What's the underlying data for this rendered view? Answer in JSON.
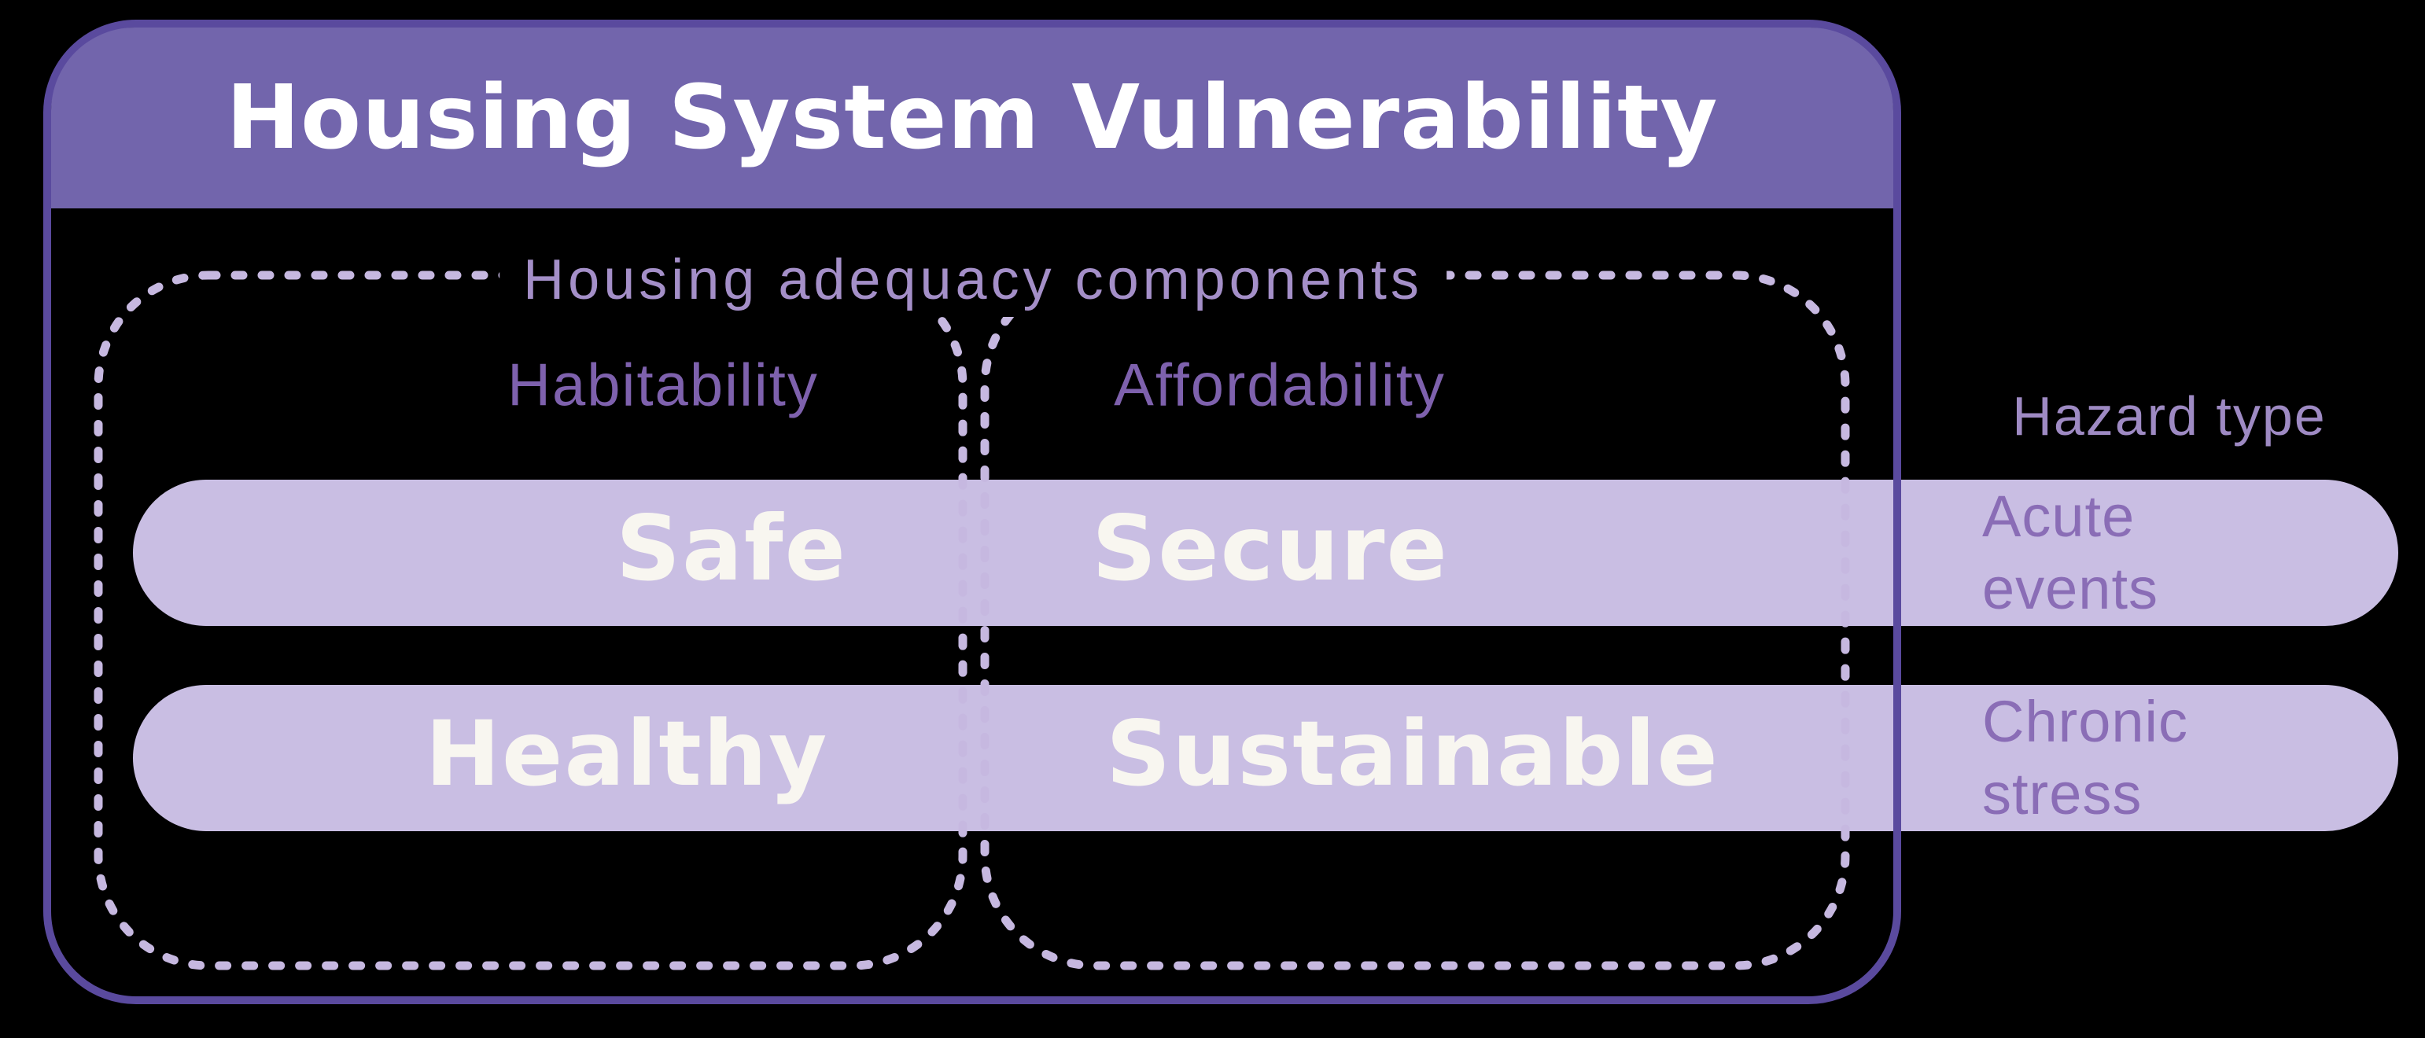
{
  "main": {
    "title": "Housing System Vulnerability",
    "components_label": "Housing adequacy components",
    "column_headers": {
      "left": "Habitability",
      "right": "Affordability"
    },
    "hazard_header": "Hazard type",
    "row1": {
      "left": "Safe",
      "right": "Secure",
      "hazard_line1": "Acute",
      "hazard_line2": "events"
    },
    "row2": {
      "left": "Healthy",
      "right": "Sustainable",
      "hazard_line1": "Chronic",
      "hazard_line2": "stress"
    }
  },
  "colors": {
    "background": "#000000",
    "header_purple": "#7265ac",
    "border_purple": "#5a4a9e",
    "bar_lavender": "#c9bee3",
    "dotted_lavender": "#c6b8e0",
    "title_white": "#ffffff",
    "bar_text": "#f8f6f0",
    "column_text": "#7e61ad",
    "hazard_header_text": "#9e8ac3",
    "hazard_text": "#8a6db6",
    "components_text": "#a48fc8"
  }
}
